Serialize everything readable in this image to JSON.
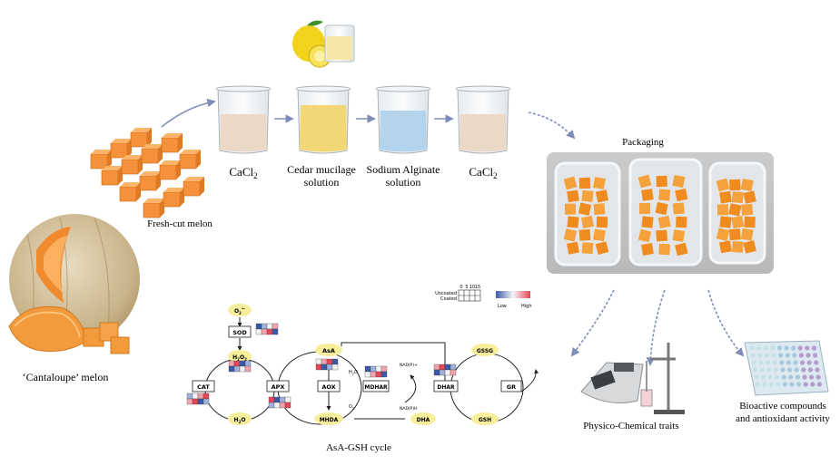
{
  "process": {
    "step1": {
      "label_base": "CaCl",
      "label_sub": "2"
    },
    "step2": {
      "line1": "Cedar mucilage",
      "line2": "solution"
    },
    "step3": {
      "line1": "Sodium Alginate",
      "line2": "solution"
    },
    "step4": {
      "label_base": "CaCl",
      "label_sub": "2"
    }
  },
  "fresh_cut_label": "Fresh-cut melon",
  "melon_label": "‘Cantaloupe’ melon",
  "packaging_label": "Packaging",
  "outputs": {
    "physico": "Physico-Chemical traits",
    "bioactive_line1": "Bioactive compounds",
    "bioactive_line2": "and antioxidant activity"
  },
  "cycle": {
    "title": "AsA-GSH cycle",
    "o2": {
      "base": "O",
      "sub": "2",
      "sup": "•-"
    },
    "sod": "SOD",
    "h2o2": {
      "base": "H",
      "sub1": "2",
      "mid": "O",
      "sub2": "2"
    },
    "cat": "CAT",
    "apx": "APX",
    "h2o": {
      "base": "H",
      "sub": "2",
      "end": "O"
    },
    "asa": "AsA",
    "aox": "AOX",
    "aox_h2o": {
      "base": "H",
      "sub": "2",
      "end": "O"
    },
    "aox_o2": {
      "base": "O",
      "sub": "2"
    },
    "mhda": "MHDA",
    "mdhar": "MDHAR",
    "nadp_plus": "NAD(P)+",
    "nadph": "NAD(P)H",
    "dha": "DHA",
    "dhar": "DHAR",
    "gssg": "GSSG",
    "gr": "GR",
    "gsh": "GSH"
  },
  "legend": {
    "days": [
      "0",
      "5",
      "10",
      "15"
    ],
    "uncoated": "Uncoated",
    "coated": "Coated",
    "low": "Low",
    "high": "High",
    "low_color": "#3b5aa8",
    "high_color": "#e4475a"
  }
}
